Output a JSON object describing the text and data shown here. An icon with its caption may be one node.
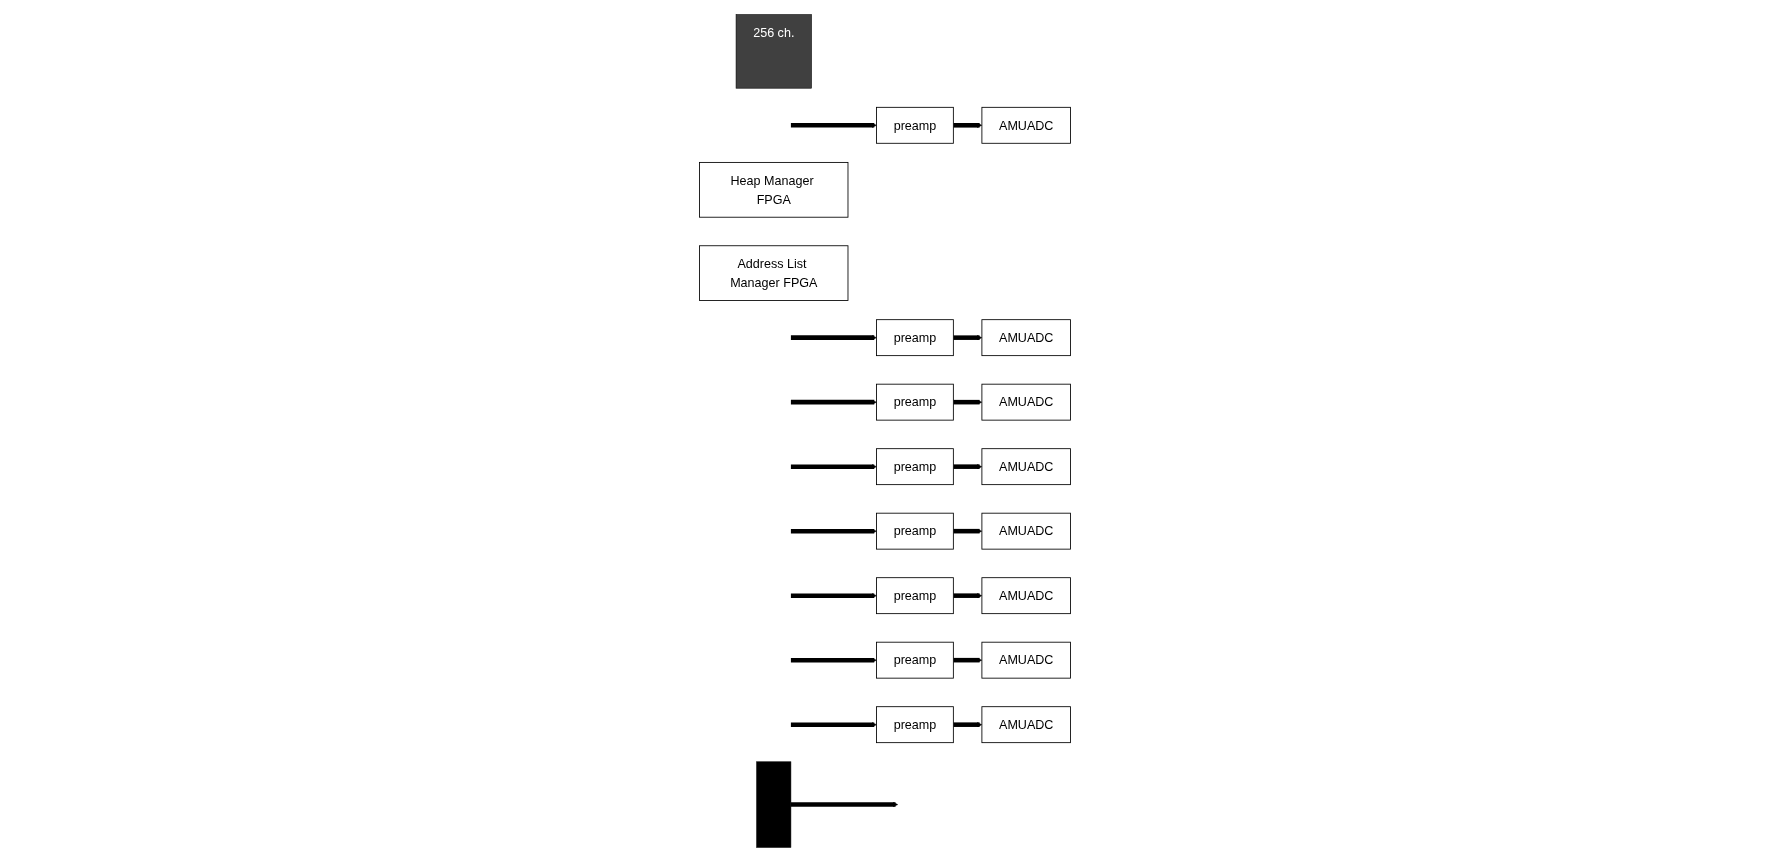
{
  "diagram": {
    "nodes": [
      {
        "text": [
          "256 ch."
        ]
      },
      {
        "text": [
          "preamp"
        ]
      },
      {
        "text": [
          "AMUADC"
        ]
      },
      {
        "text": [
          "preamp"
        ]
      },
      {
        "text": [
          "AMUADC"
        ]
      },
      {
        "text": [
          "preamp"
        ]
      },
      {
        "text": [
          "AMUADC"
        ]
      },
      {
        "text": [
          "preamp"
        ]
      },
      {
        "text": [
          "AMUADC"
        ]
      },
      {
        "text": [
          "preamp"
        ]
      },
      {
        "text": [
          "AMUADC"
        ]
      },
      {
        "text": [
          "preamp"
        ]
      },
      {
        "text": [
          "AMUADC"
        ]
      },
      {
        "text": [
          "preamp"
        ]
      },
      {
        "text": [
          "AMUADC"
        ]
      },
      {
        "text": [
          "preamp"
        ]
      },
      {
        "text": [
          "AMUADC"
        ]
      },
      {
        "text": [],
        "shape": "bar"
      },
      {
        "text": [
          "Heap Manager FPGA"
        ]
      },
      {
        "text": [
          "Address List Manager FPGA"
        ]
      }
    ],
    "edges": [
      {
        "from": null,
        "to": 1,
        "arrow": "to"
      },
      {
        "from": 1,
        "to": 2,
        "arrow": "to"
      },
      {
        "from": null,
        "to": 3,
        "arrow": "to"
      },
      {
        "from": 3,
        "to": 4,
        "arrow": "to"
      },
      {
        "from": null,
        "to": 5,
        "arrow": "to"
      },
      {
        "from": 5,
        "to": 6,
        "arrow": "to"
      },
      {
        "from": null,
        "to": 7,
        "arrow": "to"
      },
      {
        "from": 7,
        "to": 8,
        "arrow": "to"
      },
      {
        "from": null,
        "to": 9,
        "arrow": "to"
      },
      {
        "from": 9,
        "to": 10,
        "arrow": "to"
      },
      {
        "from": null,
        "to": 11,
        "arrow": "to"
      },
      {
        "from": 11,
        "to": 12,
        "arrow": "to"
      },
      {
        "from": null,
        "to": 13,
        "arrow": "to"
      },
      {
        "from": 13,
        "to": 14,
        "arrow": "to"
      },
      {
        "from": null,
        "to": 15,
        "arrow": "to"
      },
      {
        "from": 15,
        "to": 16,
        "arrow": "to"
      },
      {
        "from": 17,
        "to": null,
        "arrow": "to"
      }
    ]
  }
}
